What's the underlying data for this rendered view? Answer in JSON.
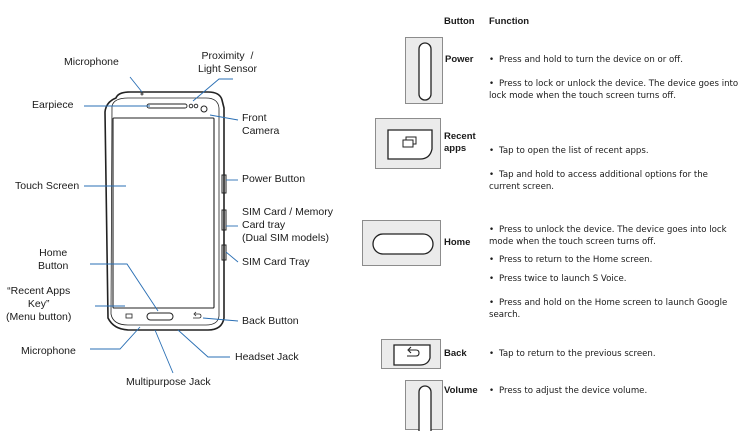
{
  "diagram": {
    "labels": {
      "microphone_top": "Microphone",
      "proximity_sensor": "Proximity  /\nLight Sensor",
      "earpiece": "Earpiece",
      "front_camera": "Front\nCamera",
      "touch_screen": "Touch Screen",
      "power_button": "Power Button",
      "sim_memory_tray": "SIM Card / Memory\nCard tray\n(Dual SIM models)",
      "sim_tray": "SIM Card Tray",
      "home_button": "Home\nButton",
      "recent_apps_key": "“Recent Apps\nKey”\n(Menu button)",
      "back_button": "Back Button",
      "microphone_bottom": "Microphone",
      "headset_jack": "Headset Jack",
      "multipurpose_jack": "Multipurpose Jack"
    }
  },
  "table": {
    "header_button": "Button",
    "header_function": "Function",
    "rows": [
      {
        "name": "Power",
        "icon": "power-key-icon",
        "functions": [
          "Press and hold to turn the device on or off.",
          "Press to lock or unlock the device. The device goes into lock mode when the touch screen turns off."
        ]
      },
      {
        "name": "Recent apps",
        "icon": "recent-apps-key-icon",
        "functions": [
          "Tap to open the list of recent apps.",
          "Tap and hold to access additional options for the current screen."
        ]
      },
      {
        "name": "Home",
        "icon": "home-key-icon",
        "functions": [
          "Press to unlock the device. The device goes into lock mode when the touch screen turns off.",
          "Press to return to the Home screen.",
          "Press twice to launch S Voice.",
          "Press and hold on the Home screen to launch Google search."
        ]
      },
      {
        "name": "Back",
        "icon": "back-key-icon",
        "functions": [
          "Tap to return to the previous screen."
        ]
      },
      {
        "name": "Volume",
        "icon": "volume-key-icon",
        "functions": [
          "Press to adjust the device volume."
        ]
      }
    ]
  }
}
